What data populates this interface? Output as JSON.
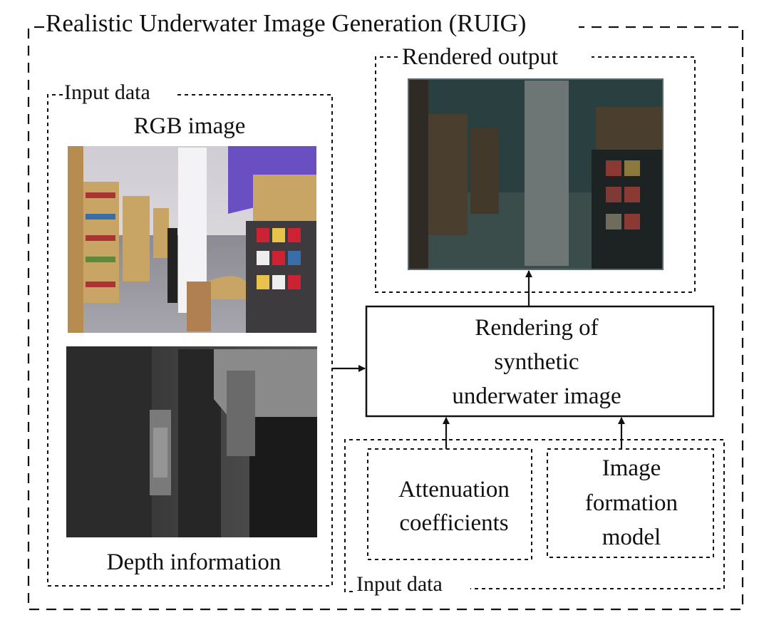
{
  "outer": {
    "title": "Realistic Underwater Image Generation (RUIG)"
  },
  "input_left": {
    "title": "Input data",
    "rgb_label": "RGB image",
    "depth_label": "Depth information"
  },
  "output": {
    "title": "Rendered output"
  },
  "process": {
    "lines": [
      "Rendering of",
      "synthetic",
      "underwater image"
    ]
  },
  "input_bottom": {
    "title": "Input data",
    "attenuation_lines": [
      "Attenuation",
      "coefficients"
    ],
    "model_lines": [
      "Image",
      "formation",
      "model"
    ]
  },
  "colors": {
    "stroke": "#111111",
    "shelf_wood": "#c9a565",
    "accent_purple": "#6a4fc2"
  }
}
